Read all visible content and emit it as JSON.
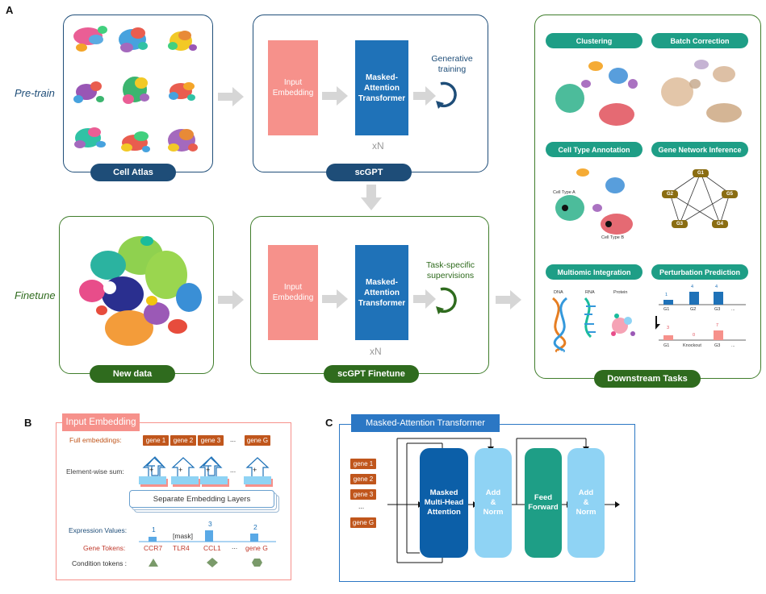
{
  "panels": {
    "a": "A",
    "b": "B",
    "c": "C"
  },
  "pretrain": {
    "side_label": "Pre-train",
    "atlas_label": "Cell Atlas",
    "model_label": "scGPT",
    "input_embedding": "Input\nEmbedding",
    "transformer": "Masked-\nAttention\nTransformer",
    "xn": "xN",
    "loop_text": "Generative\ntraining"
  },
  "finetune": {
    "side_label": "Finetune",
    "data_label": "New data",
    "model_label": "scGPT Finetune",
    "input_embedding": "Input\nEmbedding",
    "transformer": "Masked-\nAttention\nTransformer",
    "xn": "xN",
    "loop_text": "Task-specific\nsupervisions"
  },
  "downstream": {
    "title": "Downstream Tasks",
    "tasks": [
      "Clustering",
      "Batch Correction",
      "Cell Type Annotation",
      "Gene Network Inference",
      "Multiomic Integration",
      "Perturbation Prediction"
    ],
    "cell_type_a": "Cell Type A",
    "cell_type_b": "Cell Type B",
    "gene_nodes": [
      "G1",
      "G2",
      "G3",
      "G4",
      "G5"
    ],
    "omics": [
      "DNA",
      "RNA",
      "Protein"
    ],
    "pert_top_values": [
      "1",
      "4",
      "4"
    ],
    "pert_top_labels": [
      "G1",
      "G2",
      "G3",
      "..."
    ],
    "pert_bottom_values": [
      "3",
      "0",
      "7"
    ],
    "pert_bottom_labels": [
      "G1",
      "Knockout",
      "G3",
      "..."
    ]
  },
  "embedding": {
    "title": "Input Embedding",
    "full_label": "Full embeddings:",
    "full_genes": [
      "gene 1",
      "gene 2",
      "gene 3",
      "...",
      "gene G"
    ],
    "sum_label": "Element-wise sum:",
    "plus": "+",
    "ellipsis": "...",
    "layers_label": "Separate Embedding Layers",
    "expr_label": "Expression Values:",
    "expr_values": [
      "1",
      "3",
      "2"
    ],
    "mask_token": "[mask]",
    "gene_label": "Gene Tokens:",
    "gene_tokens": [
      "CCR7",
      "TLR4",
      "CCL1",
      "...",
      "gene G"
    ],
    "cond_label": "Condition tokens :"
  },
  "transformer": {
    "title": "Masked-Attention Transformer",
    "inputs": [
      "gene 1",
      "gene 2",
      "gene 3",
      "...",
      "gene G"
    ],
    "attention": "Masked\nMulti-Head\nAttention",
    "add_norm_1": "Add\n&\nNorm",
    "feed_forward": "Feed\nForward",
    "add_norm_2": "Add\n&\nNorm"
  },
  "colors": {
    "navy": "#1e4d78",
    "dark_green": "#2f6b1e",
    "salmon": "#f6918b",
    "blue": "#1f72b8",
    "teal": "#1e9e86",
    "gene_orange": "#c0561c",
    "light_blue": "#8fd3f4"
  }
}
